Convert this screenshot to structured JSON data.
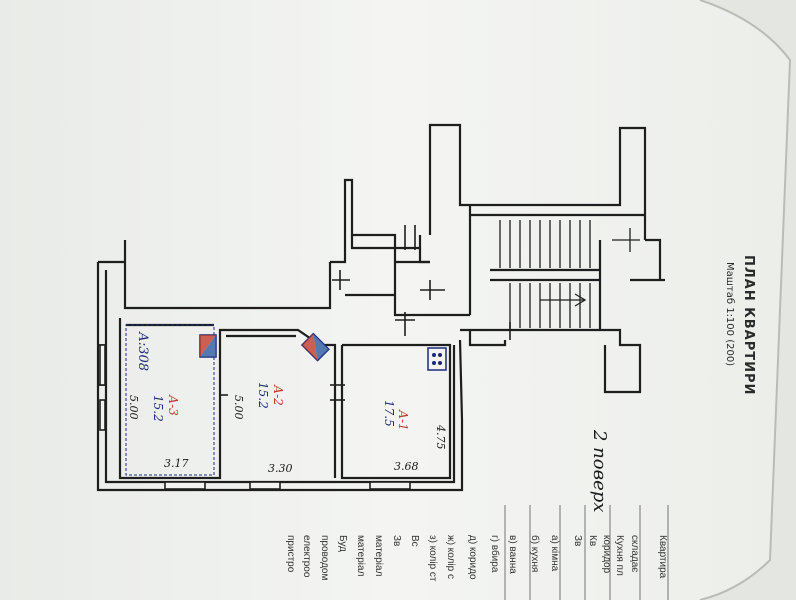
{
  "document": {
    "title": "ПЛАН КВАРТИРИ",
    "scale": "Маштаб 1:100 (200)",
    "floor_note": "2 поверх",
    "apartment_note": "А:308",
    "rooms": [
      {
        "code": "А-1",
        "area": "17.5",
        "width": "3.68",
        "length": "4.75"
      },
      {
        "code": "А-2",
        "area": "15.2",
        "width": "3.30",
        "length": "5.00"
      },
      {
        "code": "А-3",
        "area": "15.2",
        "width": "3.17",
        "length": "5.00"
      }
    ],
    "next_page_fragments": [
      "Квартира",
      "складає",
      "Кухня пл",
      "коридор",
      "Кв",
      "Зв",
      "а) кімна",
      "б) кухня",
      "в) ванна",
      "г) вбира",
      "д) коридо",
      "ж) колір с",
      "з) колір ст",
      "Вс",
      "Зв",
      "матеріал",
      "матеріал",
      "Буд",
      "проводом",
      "електроо",
      "пристро"
    ]
  },
  "colors": {
    "background": "#bfc3bf",
    "paper": "#f3f4f2",
    "ink": "#1e1e1e",
    "pen_blue": "#1c2a7a",
    "pen_red": "#c0392b"
  }
}
